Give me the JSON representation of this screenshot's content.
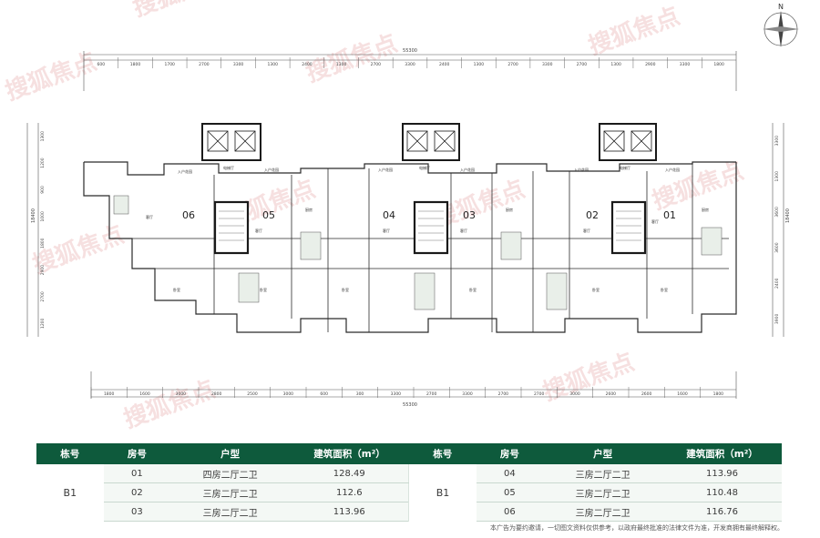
{
  "plan": {
    "total_dimension": "55300",
    "top_dimensions": [
      "600",
      "1800",
      "1700",
      "2700",
      "3300",
      "1300",
      "2400",
      "1300",
      "2700",
      "3300",
      "2400",
      "1300",
      "2700",
      "3300",
      "2700",
      "1300",
      "2900",
      "3300",
      "1800"
    ],
    "bottom_dimensions": [
      "1800",
      "1600",
      "3000",
      "2800",
      "2500",
      "3000",
      "600",
      "300",
      "3300",
      "2700",
      "3300",
      "2700",
      "2700",
      "3000",
      "2600",
      "2600",
      "1600",
      "1800"
    ],
    "left_dimensions": [
      "1300",
      "1200",
      "900",
      "1000",
      "1800",
      "2900",
      "2700",
      "1200"
    ],
    "right_dimensions": [
      "3300",
      "1300",
      "3600",
      "3600",
      "2400",
      "3900"
    ],
    "left_total": "18400",
    "right_total": "18400",
    "units": [
      {
        "no": "06"
      },
      {
        "no": "05"
      },
      {
        "no": "04"
      },
      {
        "no": "03"
      },
      {
        "no": "02"
      },
      {
        "no": "01"
      }
    ],
    "room_labels": {
      "living": "客厅",
      "bedroom": "卧室",
      "kitchen": "厨房",
      "bath": "卫生间",
      "dining": "餐厅",
      "balcony": "阳台",
      "entry": "入户花园",
      "lobby": "电梯厅"
    },
    "compass_label": "N"
  },
  "watermark": "搜狐焦点",
  "table": {
    "headers": [
      "栋号",
      "房号",
      "户型",
      "建筑面积（m²）",
      "栋号",
      "房号",
      "户型",
      "建筑面积（m²）"
    ],
    "building": "B1",
    "left_rows": [
      {
        "room": "01",
        "type": "四房二厅二卫",
        "area": "128.49"
      },
      {
        "room": "02",
        "type": "三房二厅二卫",
        "area": "112.6"
      },
      {
        "room": "03",
        "type": "三房二厅二卫",
        "area": "113.96"
      }
    ],
    "right_rows": [
      {
        "room": "04",
        "type": "三房二厅二卫",
        "area": "113.96"
      },
      {
        "room": "05",
        "type": "三房二厅二卫",
        "area": "110.48"
      },
      {
        "room": "06",
        "type": "三房二厅二卫",
        "area": "116.76"
      }
    ]
  },
  "footnote": "本广告为要约邀请，一切图文资料仅供参考，以政府最终批准的法律文件为准，开发商拥有最终解释权。",
  "colors": {
    "accent": "#0e5a3c",
    "wall": "#2a2a2a",
    "room": "#eef3ef"
  }
}
